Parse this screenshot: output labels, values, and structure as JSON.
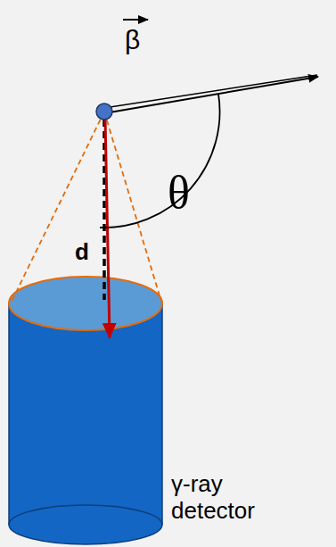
{
  "diagram": {
    "labels": [
      "β",
      "θ",
      "d",
      "γ-ray detector"
    ]
  }
}
